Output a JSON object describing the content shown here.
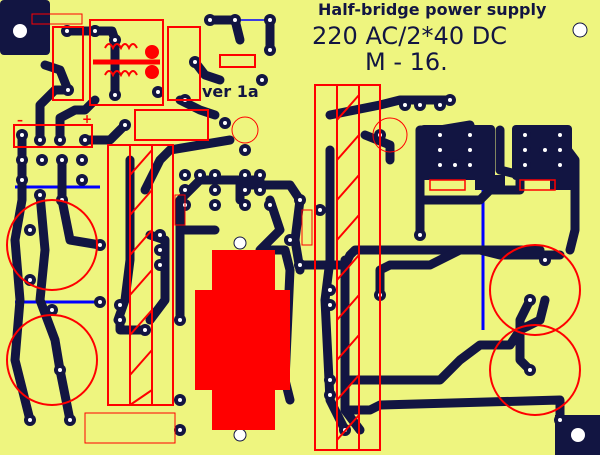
{
  "title": {
    "line1": "Half-bridge power supply",
    "line2": "220 AC/2*40 DC",
    "line3": "M - 16."
  },
  "version": "ver 1a",
  "polarity": {
    "minus": "–",
    "plus": "+"
  },
  "colors": {
    "board": "#eef57f",
    "copper": "#121542",
    "silk": "#ff0000",
    "jumper": "#0000ff"
  }
}
